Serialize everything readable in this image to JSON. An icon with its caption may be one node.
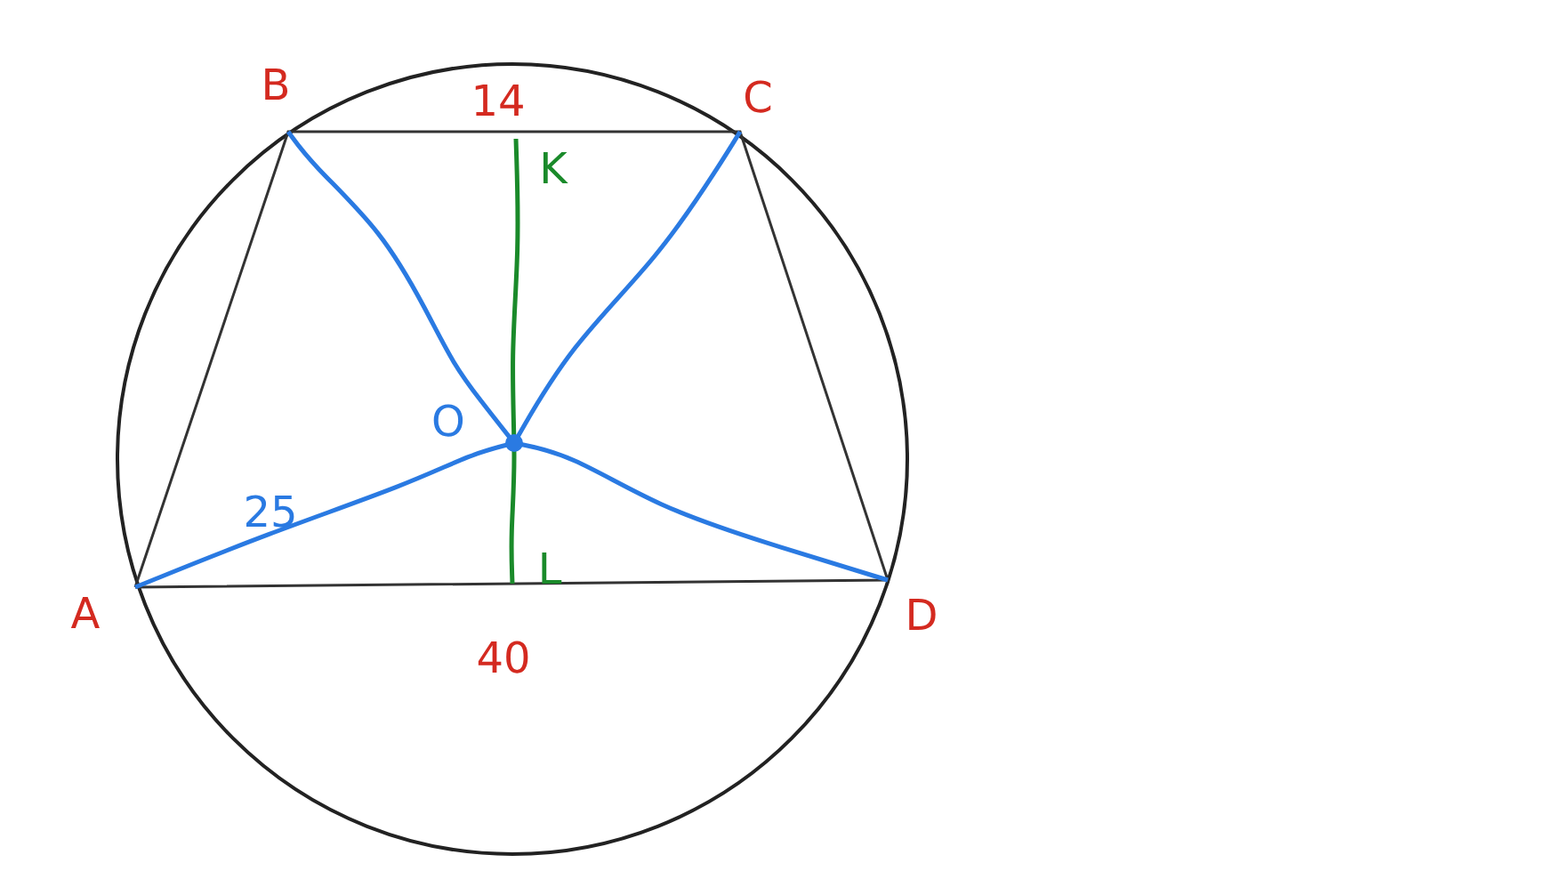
{
  "diagram": {
    "labels": [
      "B",
      "14",
      "C",
      "K",
      "O",
      "25",
      "A",
      "L",
      "40",
      "D"
    ]
  }
}
